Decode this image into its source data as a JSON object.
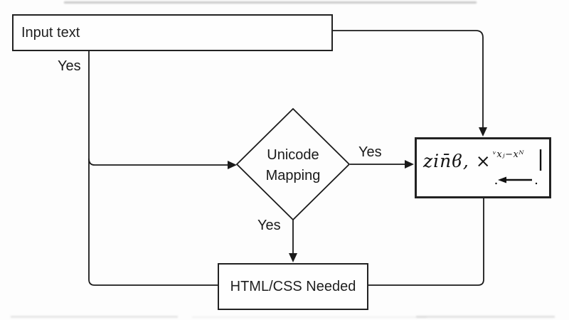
{
  "palette": {
    "ink": "#1f1f1f",
    "background": "#fdfdfd"
  },
  "flowchart": {
    "input_box": {
      "label": "Input text"
    },
    "decision": {
      "line1": "Unicode",
      "line2": "Mapping"
    },
    "formula_box": {
      "main": "zin̄ϐ, ×",
      "superscript": "ᵛxⱼ−xᴺ",
      "bar": "|"
    },
    "output_box": {
      "label": "HTML/CSS Needed"
    },
    "edge_labels": {
      "input_down": "Yes",
      "decision_right": "Yes",
      "decision_down": "Yes"
    }
  }
}
